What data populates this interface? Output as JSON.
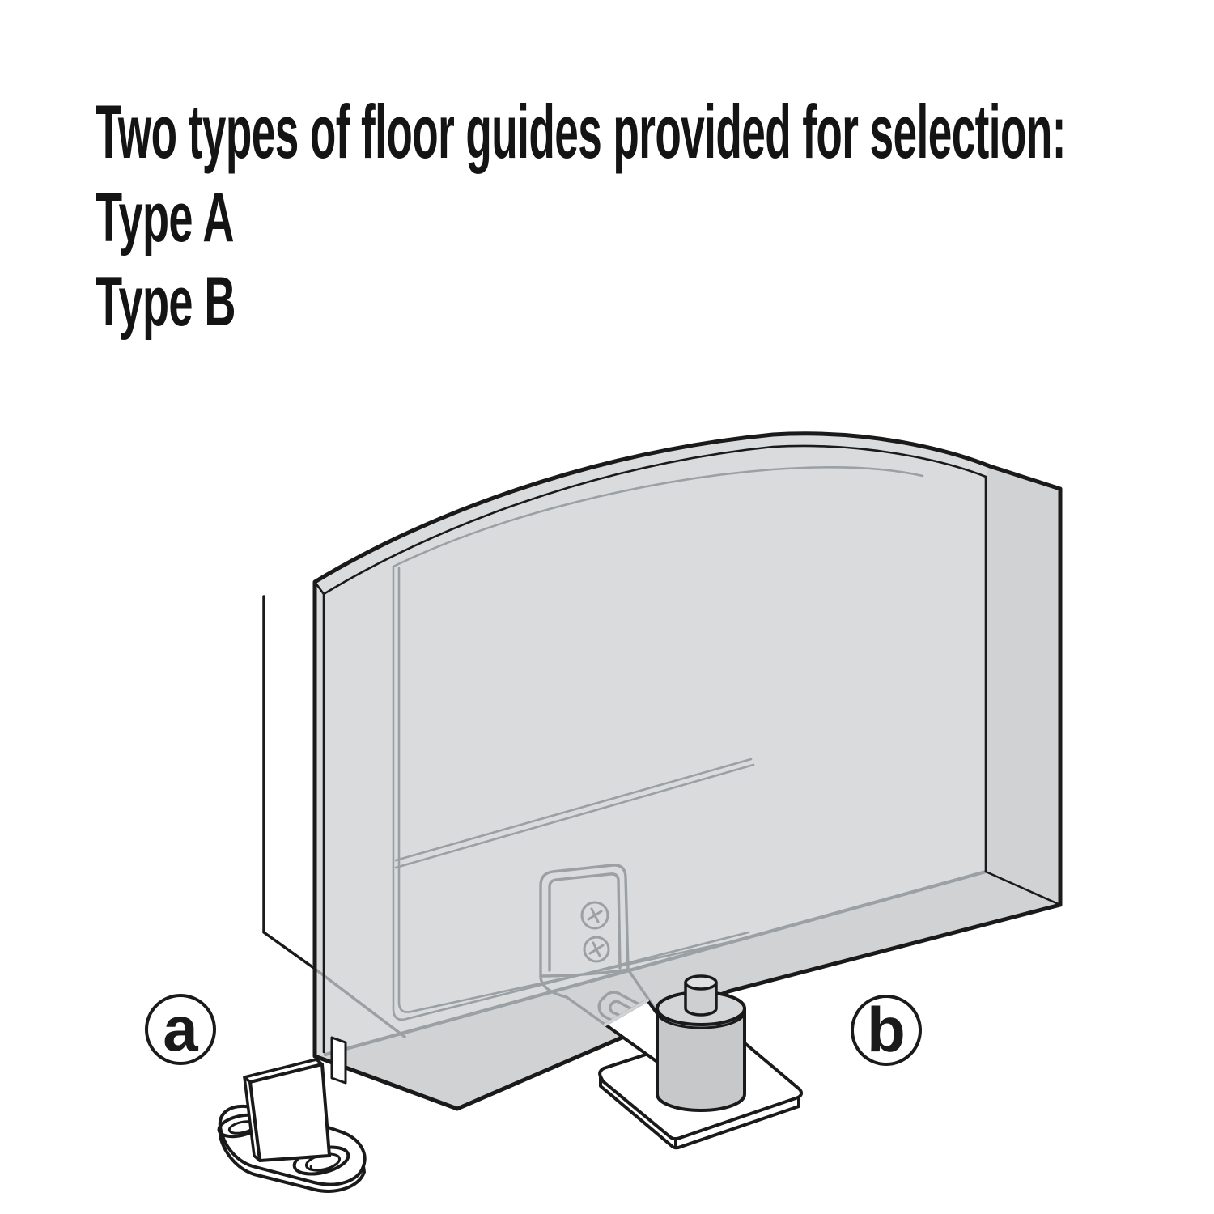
{
  "header": {
    "title": "Two types of floor guides provided for selection:",
    "option_a": "Type A",
    "option_b": "Type B"
  },
  "diagram": {
    "label_a": "a",
    "label_b": "b",
    "colors": {
      "line": "#1a1a1a",
      "hidden_line": "#9aa0a4",
      "door_fill": "#d9dbdc",
      "door_side_fill": "#d0d2d4",
      "roller_fill": "#c6c8ca",
      "background": "#ffffff"
    }
  }
}
